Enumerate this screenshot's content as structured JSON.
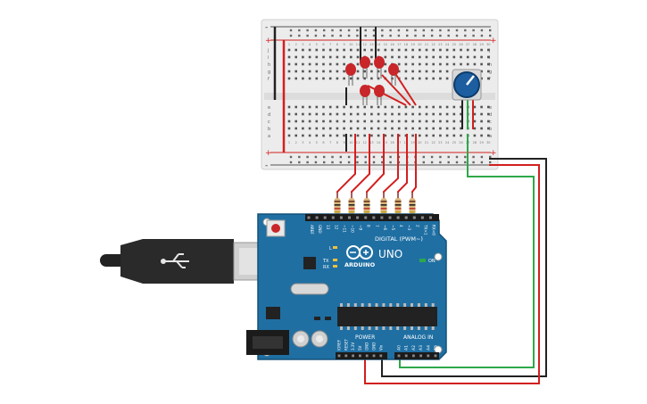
{
  "breadboard": {
    "row_letters_top": [
      "j",
      "i",
      "h",
      "g",
      "f"
    ],
    "row_letters_bottom": [
      "e",
      "d",
      "c",
      "b",
      "a"
    ],
    "plus": "+",
    "minus": "-",
    "column_numbers": [
      "1",
      "2",
      "3",
      "4",
      "5",
      "6",
      "7",
      "8",
      "9",
      "10",
      "11",
      "12",
      "13",
      "14",
      "15",
      "16",
      "17",
      "18",
      "19",
      "20",
      "21",
      "22",
      "23",
      "24",
      "25",
      "26",
      "27",
      "28",
      "29",
      "30"
    ]
  },
  "arduino": {
    "brand": "ARDUINO",
    "model": "UNO",
    "digital_label": "DIGITAL (PWM~)",
    "power_label": "POWER",
    "analog_label": "ANALOG IN",
    "on_label": "ON",
    "l_label": "L",
    "tx_label": "TX",
    "rx_label": "RX",
    "digital_pins": [
      "AREF",
      "GND",
      "13",
      "12",
      "~11",
      "~10",
      "~9",
      "8",
      "7",
      "~6",
      "~5",
      "4",
      "~3",
      "2",
      "TX>1",
      "RX<0"
    ],
    "power_pins": [
      "IOREF",
      "RESET",
      "3.3V",
      "5V",
      "GND",
      "GND",
      "Vin"
    ],
    "analog_pins": [
      "A0",
      "A1",
      "A2",
      "A3",
      "A4",
      "A5"
    ]
  },
  "colors": {
    "board_blue": "#1f6fa3",
    "breadboard": "#ececec",
    "wire_red": "#d21f1f",
    "wire_black": "#222222",
    "wire_green": "#2ea84a",
    "led_red": "#c8262a",
    "pot_blue": "#1c5ea0"
  }
}
